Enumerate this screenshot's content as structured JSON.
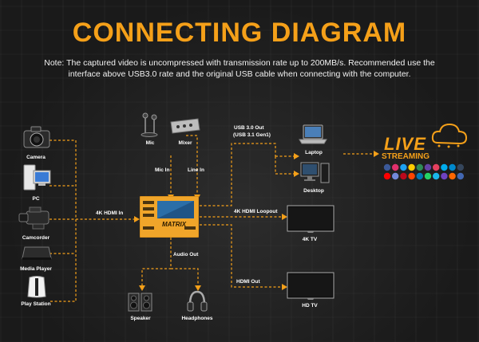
{
  "title": "CONNECTING DIAGRAM",
  "note": "Note: The captured video is uncompressed with transmission rate up to 200MB/s. Recommended use the interface above USB3.0 rate and the original USB cable when connecting with the computer.",
  "colors": {
    "accent": "#f5a019",
    "wire": "#f5a019",
    "background": "#1b1b1b"
  },
  "inputs": {
    "camera": "Camera",
    "pc": "PC",
    "camcorder": "Camcorder",
    "media_player": "Media Player",
    "play_station": "Play Station"
  },
  "audio": {
    "mic": "Mic",
    "mixer": "Mixer",
    "mic_in": "Mic In",
    "line_in": "Line In"
  },
  "links": {
    "hdmi_in": "4K HDMI In",
    "usb_out_1": "USB 3.0 Out",
    "usb_out_2": "(USB 3.1 Gen1)",
    "hdmi_loopout": "4K HDMI Loopout",
    "hdmi_out": "HDMI Out",
    "audio_out": "Audio Out"
  },
  "outputs": {
    "laptop": "Laptop",
    "desktop": "Desktop",
    "tv_4k": "4K TV",
    "tv_hd": "HD TV",
    "speaker": "Speaker",
    "headphones": "Headphones"
  },
  "device": {
    "brand": "MATRIX"
  },
  "live": {
    "line1": "LIVE",
    "line2": "STREAMING"
  },
  "social_icon_colors": [
    "#3b5998",
    "#e1306c",
    "#1da1f2",
    "#ffcc00",
    "#2e8b57",
    "#6441a5",
    "#e4405f",
    "#00aced",
    "#0088cc",
    "#35465c",
    "#ff0000",
    "#7289da",
    "#bd081c",
    "#ff4500",
    "#0077b5",
    "#25d366",
    "#1ab7ea",
    "#6f42c1",
    "#ff6600",
    "#4267b2"
  ]
}
